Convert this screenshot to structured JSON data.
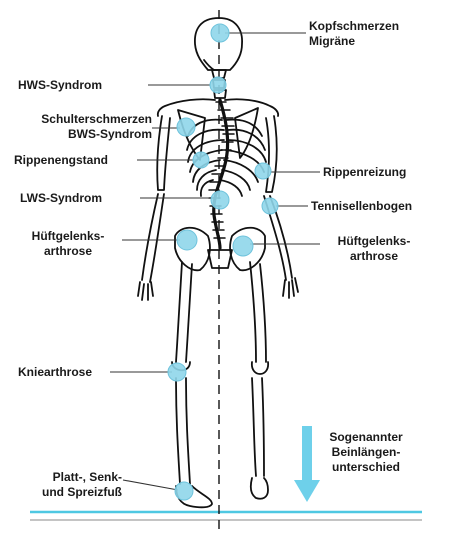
{
  "colors": {
    "marker": "#8fd6ea",
    "marker_stroke": "#6fc3dc",
    "ground_line": "#4ec8e2",
    "ground_line_lower": "#888888",
    "arrow": "#6ed0ea",
    "bone_stroke": "#111111"
  },
  "labels": {
    "kopf": {
      "line1": "Kopfschmerzen",
      "line2": "Migräne"
    },
    "hws": {
      "line1": "HWS-Syndrom"
    },
    "schulter": {
      "line1": "Schulterschmerzen",
      "line2": "BWS-Syndrom"
    },
    "rippeneng": {
      "line1": "Rippenengstand"
    },
    "lws": {
      "line1": "LWS-Syndrom"
    },
    "rippenreiz": {
      "line1": "Rippenreizung"
    },
    "tennis": {
      "line1": "Tennisellenbogen"
    },
    "hueft_left": {
      "line1": "Hüftgelenks-",
      "line2": "arthrose"
    },
    "hueft_right": {
      "line1": "Hüftgelenks-",
      "line2": "arthrose"
    },
    "knie": {
      "line1": "Kniearthrose"
    },
    "beinlaenge": {
      "line1": "Sogenannter",
      "line2": "Beinlängen-",
      "line3": "unterschied"
    },
    "fuss": {
      "line1": "Platt-, Senk-",
      "line2": "und Spreizfuß"
    }
  }
}
